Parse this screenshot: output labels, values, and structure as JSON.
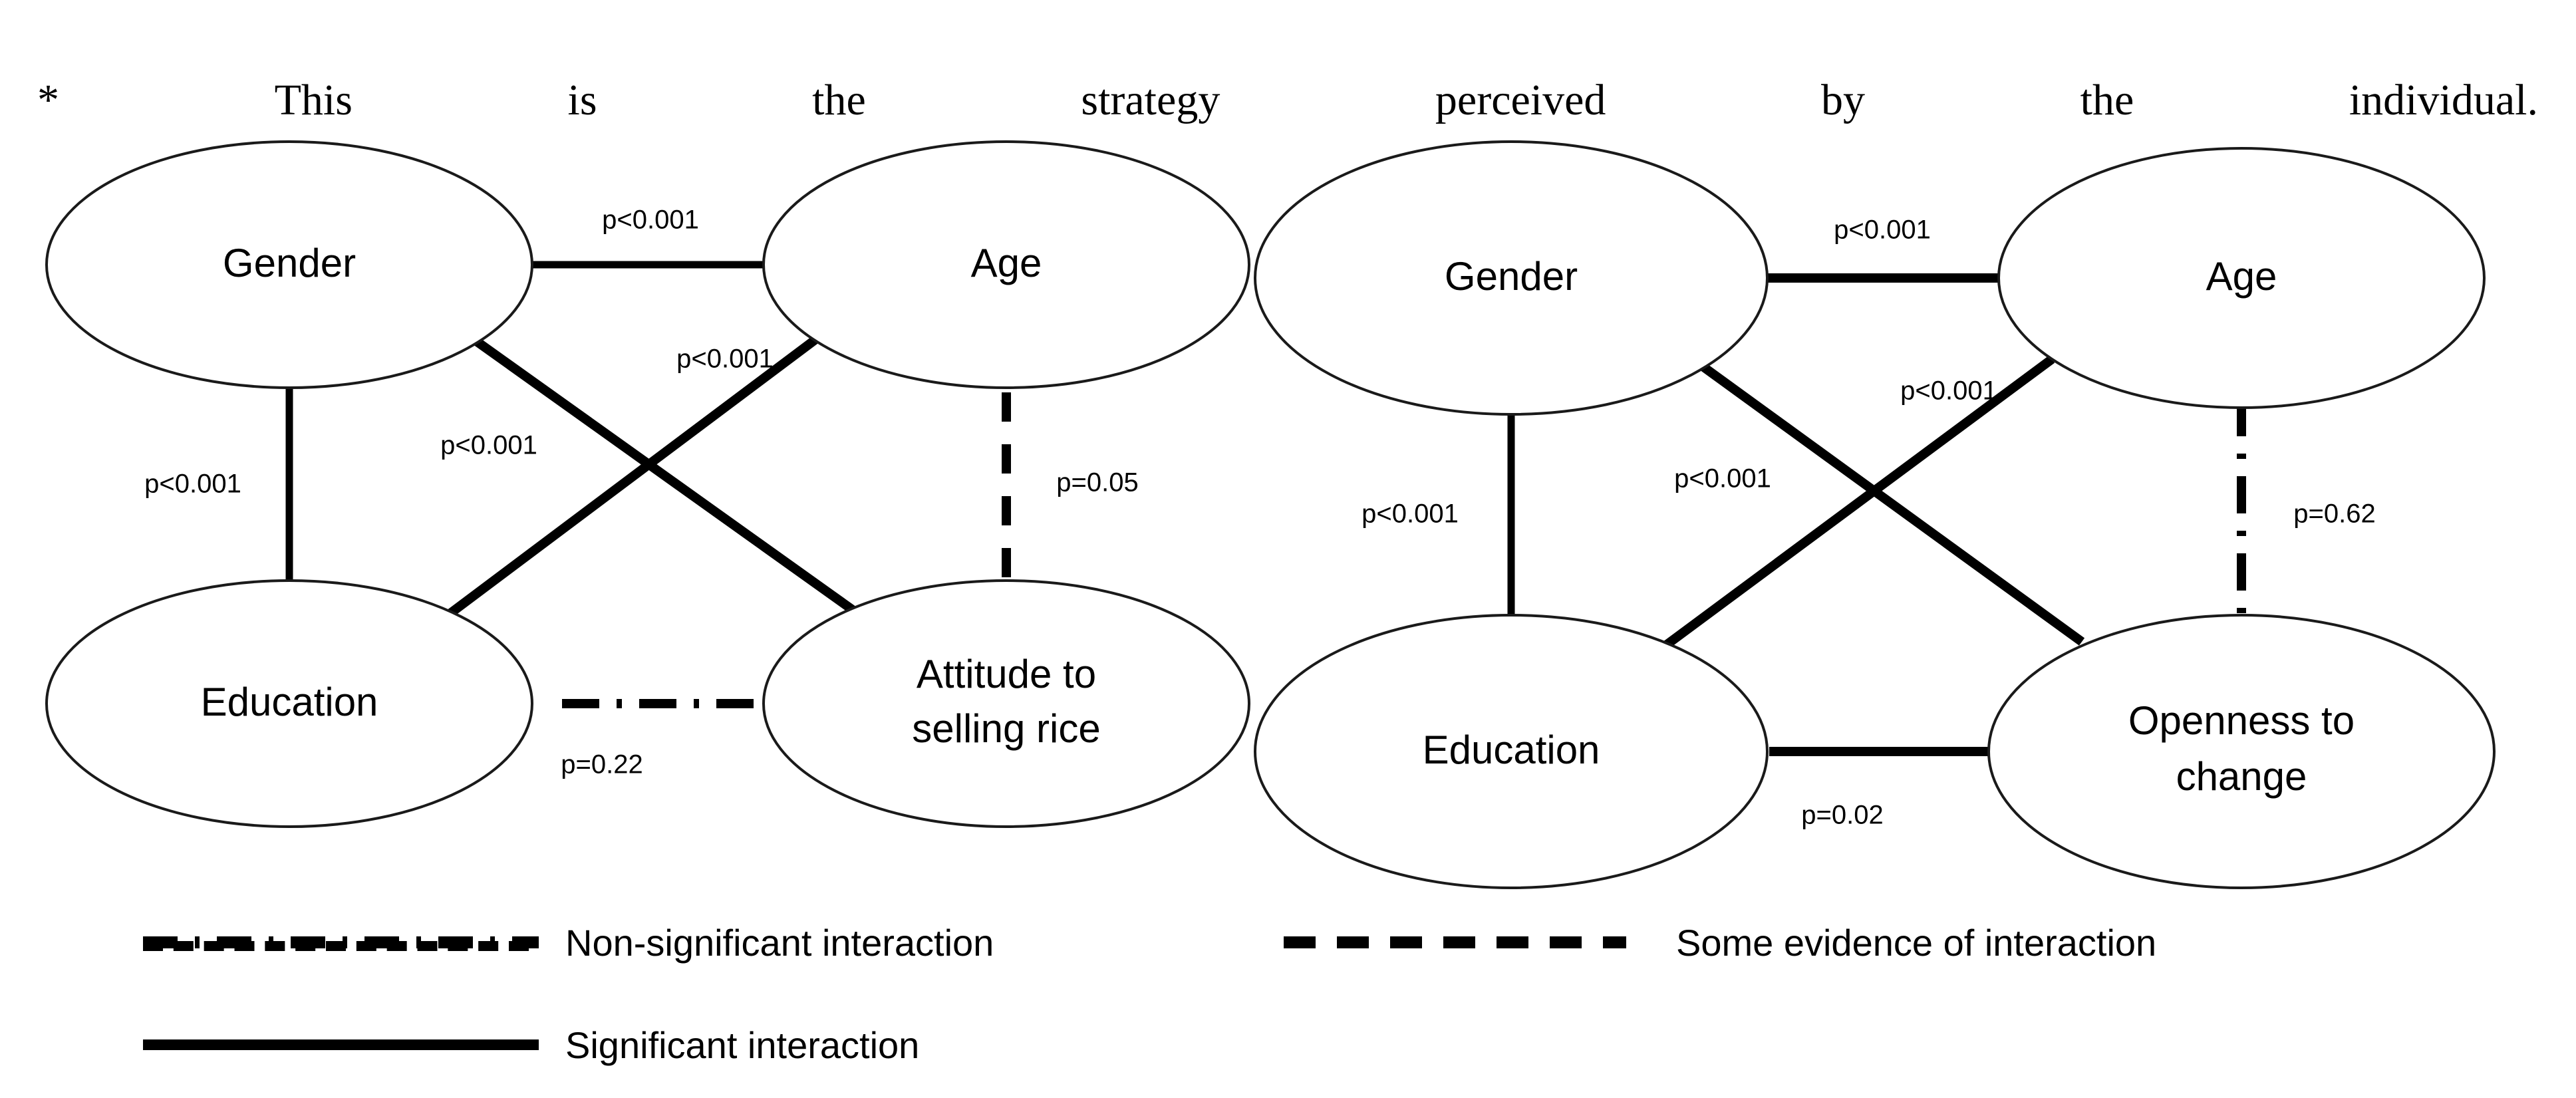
{
  "note": {
    "words": [
      "*",
      "This",
      "is",
      "the",
      "strategy",
      "perceived",
      "by",
      "the",
      "individual."
    ],
    "full_text": "* This is the strategy perceived by the individual."
  },
  "diagrams": [
    {
      "id": "left",
      "nodes": [
        {
          "id": "gender",
          "label": "Gender",
          "label_line2": ""
        },
        {
          "id": "age",
          "label": "Age",
          "label_line2": ""
        },
        {
          "id": "education",
          "label": "Education",
          "label_line2": ""
        },
        {
          "id": "outcome",
          "label": "Attitude to",
          "label_line2": "selling rice"
        }
      ],
      "edges": [
        {
          "from": "gender",
          "to": "age",
          "p": "p<0.001",
          "style": "solid"
        },
        {
          "from": "gender",
          "to": "education",
          "p": "p<0.001",
          "style": "solid"
        },
        {
          "from": "gender",
          "to": "outcome",
          "p": "p<0.001",
          "style": "solid"
        },
        {
          "from": "age",
          "to": "education",
          "p": "p<0.001",
          "style": "solid"
        },
        {
          "from": "age",
          "to": "outcome",
          "p": "p=0.05",
          "style": "dashed"
        },
        {
          "from": "education",
          "to": "outcome",
          "p": "p=0.22",
          "style": "dashdot"
        }
      ]
    },
    {
      "id": "right",
      "nodes": [
        {
          "id": "gender",
          "label": "Gender",
          "label_line2": ""
        },
        {
          "id": "age",
          "label": "Age",
          "label_line2": ""
        },
        {
          "id": "education",
          "label": "Education",
          "label_line2": ""
        },
        {
          "id": "outcome",
          "label": "Openness to",
          "label_line2": "change"
        }
      ],
      "edges": [
        {
          "from": "gender",
          "to": "age",
          "p": "p<0.001",
          "style": "solid"
        },
        {
          "from": "gender",
          "to": "education",
          "p": "p<0.001",
          "style": "solid"
        },
        {
          "from": "gender",
          "to": "outcome",
          "p": "p<0.001",
          "style": "solid"
        },
        {
          "from": "age",
          "to": "education",
          "p": "p<0.001",
          "style": "solid"
        },
        {
          "from": "age",
          "to": "outcome",
          "p": "p=0.62",
          "style": "dashdot"
        },
        {
          "from": "education",
          "to": "outcome",
          "p": "p=0.02",
          "style": "solid"
        }
      ]
    }
  ],
  "left_labels": {
    "gender": "Gender",
    "age": "Age",
    "education": "Education",
    "outcome_l1": "Attitude to",
    "outcome_l2": "selling rice",
    "p_gender_age": "p<0.001",
    "p_gender_education": "p<0.001",
    "p_gender_outcome": "p<0.001",
    "p_age_education": "p<0.001",
    "p_age_outcome": "p=0.05",
    "p_education_outcome": "p=0.22"
  },
  "right_labels": {
    "gender": "Gender",
    "age": "Age",
    "education": "Education",
    "outcome_l1": "Openness to",
    "outcome_l2": "change",
    "p_gender_age": "p<0.001",
    "p_gender_education": "p<0.001",
    "p_gender_outcome": "p<0.001",
    "p_age_education": "p<0.001",
    "p_age_outcome": "p=0.62",
    "p_education_outcome": "p=0.02"
  },
  "legend": {
    "items": [
      {
        "style": "dashdot",
        "label": "Non-significant interaction"
      },
      {
        "style": "dashed",
        "label": "Some evidence of interaction"
      },
      {
        "style": "solid",
        "label": "Significant interaction"
      }
    ]
  },
  "colors": {
    "stroke": "#000000",
    "node_outline": "#1a1a1a",
    "background": "#ffffff",
    "text": "#000000"
  }
}
